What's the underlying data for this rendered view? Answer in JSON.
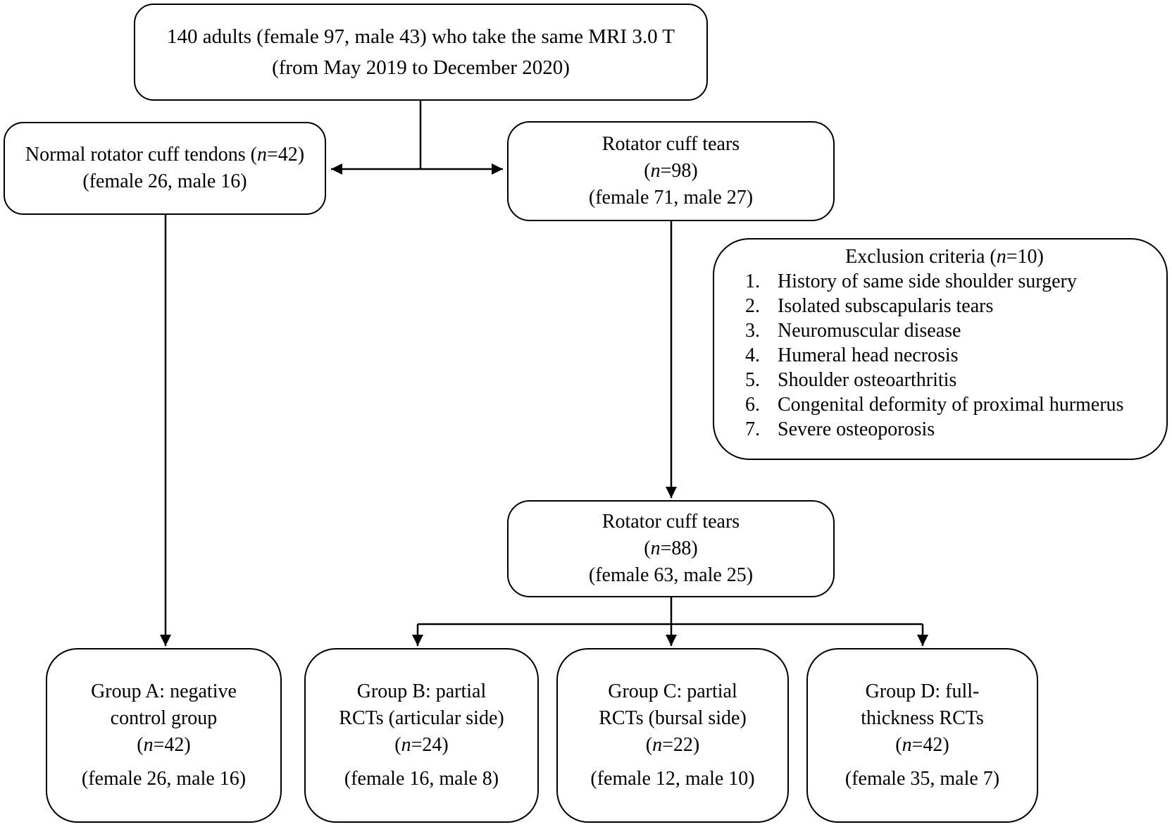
{
  "boxes": {
    "top": {
      "lines": [
        "140 adults (female 97, male 43) who take the same MRI 3.0 T",
        "(from May 2019 to December 2020)"
      ]
    },
    "normal": {
      "lines": [
        "Normal rotator cuff tendons (n=42)",
        "(female 26, male 16)"
      ]
    },
    "tears98": {
      "lines": [
        "Rotator cuff tears",
        "(n=98)",
        "(female 71, male 27)"
      ]
    },
    "exclusion": {
      "title": "Exclusion criteria (n=10)",
      "items": [
        {
          "num": "1.",
          "text": "History of same side shoulder surgery"
        },
        {
          "num": "2.",
          "text": "Isolated subscapularis tears"
        },
        {
          "num": "3.",
          "text": "Neuromuscular disease"
        },
        {
          "num": "4.",
          "text": "Humeral head necrosis"
        },
        {
          "num": "5.",
          "text": "Shoulder osteoarthritis"
        },
        {
          "num": "6.",
          "text": "Congenital deformity of proximal hurmerus"
        },
        {
          "num": "7.",
          "text": "Severe osteoporosis"
        }
      ]
    },
    "tears88": {
      "lines": [
        "Rotator cuff tears",
        "(n=88)",
        "(female 63, male 25)"
      ]
    },
    "groups": [
      {
        "lines": [
          "Group A: negative",
          "control group",
          "(n=42)"
        ],
        "sub": "(female 26, male 16)"
      },
      {
        "lines": [
          "Group B: partial",
          "RCTs (articular side)",
          "(n=24)"
        ],
        "sub": "(female 16, male 8)"
      },
      {
        "lines": [
          "Group C: partial",
          "RCTs (bursal side)",
          "(n=22)"
        ],
        "sub": "(female 12, male 10)"
      },
      {
        "lines": [
          "Group D: full-",
          "thickness RCTs",
          "(n=42)"
        ],
        "sub": "(female 35, male 7)"
      }
    ]
  },
  "line_color": "#000000"
}
